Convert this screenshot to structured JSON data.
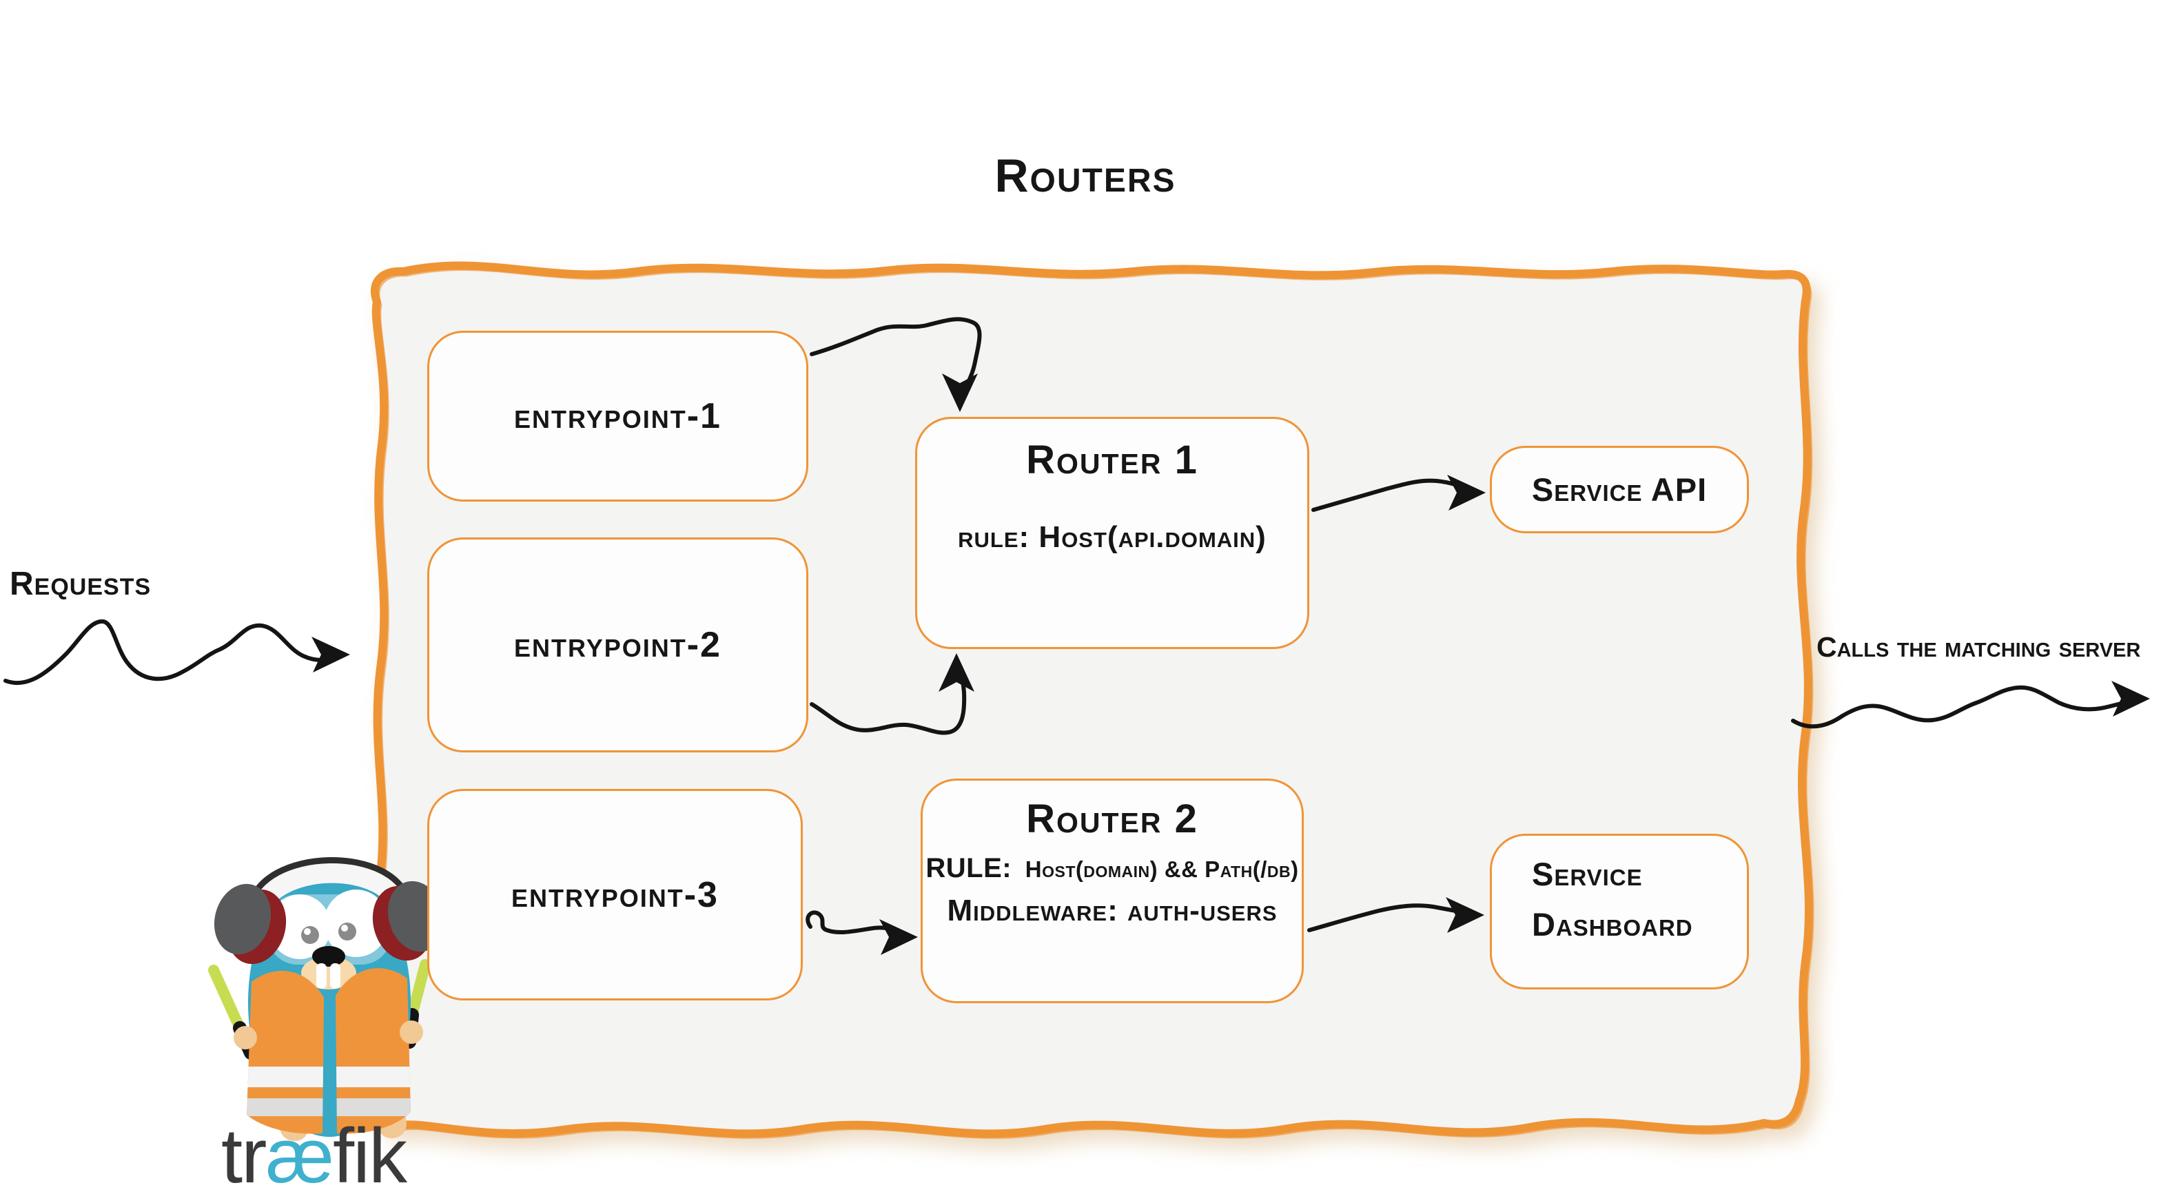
{
  "title": "Routers",
  "requests": {
    "label": "Requests"
  },
  "output": {
    "label": "Calls the matching server"
  },
  "entrypoints": [
    {
      "label": "entrypoint-1"
    },
    {
      "label": "entrypoint-2"
    },
    {
      "label": "entrypoint-3"
    }
  ],
  "routers": [
    {
      "name": "Router 1",
      "rule_prefix": "rule:",
      "rule": "Host(api.domain)"
    },
    {
      "name": "Router 2",
      "rule_prefix": "RULE:",
      "rule": "Host(domain) && Path(/db)",
      "middleware_prefix": "Middleware:",
      "middleware": "auth-users"
    }
  ],
  "services": [
    {
      "label": "Service API"
    },
    {
      "line1": "Service",
      "line2": "Dashboard"
    }
  ],
  "logo": {
    "wordmark_pre": "tr",
    "wordmark_mid": "æ",
    "wordmark_post": "fik"
  },
  "colors": {
    "accent_orange": "#EF9434",
    "container_fill": "#F4F4F3",
    "ink": "#161616",
    "traefik_teal": "#38A8C5",
    "vest_orange": "#F0943C",
    "baton_green": "#C8DC52"
  }
}
